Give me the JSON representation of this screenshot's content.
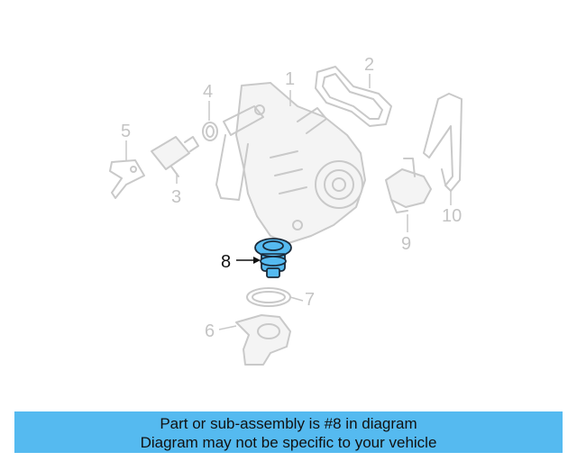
{
  "callouts": {
    "c1": "1",
    "c2": "2",
    "c3": "3",
    "c4": "4",
    "c5": "5",
    "c6": "6",
    "c7": "7",
    "c8": "8",
    "c9": "9",
    "c10": "10"
  },
  "highlighted_part": "8",
  "colors": {
    "highlight": "#55baf0",
    "ghost": "#c9c9c9",
    "banner": "#55baf0"
  },
  "banner": {
    "line1": "Part or sub-assembly is #8 in diagram",
    "line2": "Diagram may not be specific to your vehicle"
  }
}
